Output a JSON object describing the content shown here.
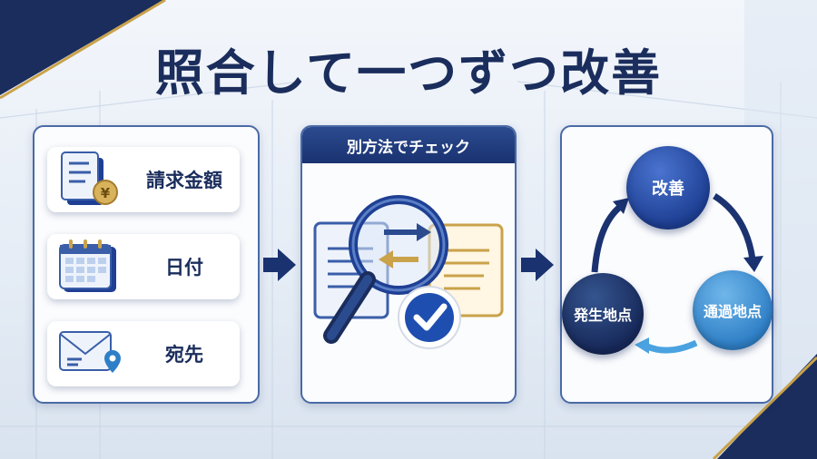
{
  "title": "照合して一つずつ改善",
  "checks": [
    {
      "label": "請求金額",
      "icon": "invoice-yen-icon"
    },
    {
      "label": "日付",
      "icon": "calendar-icon"
    },
    {
      "label": "宛先",
      "icon": "envelope-location-icon"
    }
  ],
  "method": {
    "header": "別方法でチェック",
    "icons": [
      "document-icon",
      "magnifier-icon",
      "swap-arrows-icon",
      "checkmark-icon"
    ]
  },
  "cycle": {
    "nodes": [
      "改善",
      "発生地点",
      "通過地点"
    ]
  },
  "colors": {
    "navy": "#1a2d5c",
    "blue": "#2b4b8f",
    "gold": "#c9a24a",
    "light_blue": "#4aa3e0"
  }
}
